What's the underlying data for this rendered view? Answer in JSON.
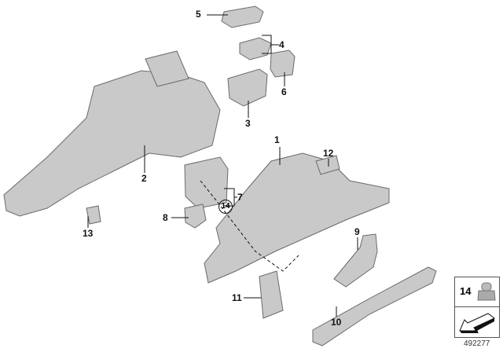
{
  "diagram": {
    "callouts": [
      "1",
      "2",
      "3",
      "4",
      "5",
      "6",
      "7",
      "8",
      "9",
      "10",
      "11",
      "12",
      "13"
    ],
    "circled_ref": "14",
    "legend": {
      "number": "14",
      "icon": "hex-cap-nut-icon",
      "arrow_icon": "direction-arrow-icon"
    },
    "diagram_code": "492277"
  },
  "colors": {
    "part_fill": "#c9c9c9",
    "part_stroke": "#6a6a6a",
    "line": "#111111"
  }
}
